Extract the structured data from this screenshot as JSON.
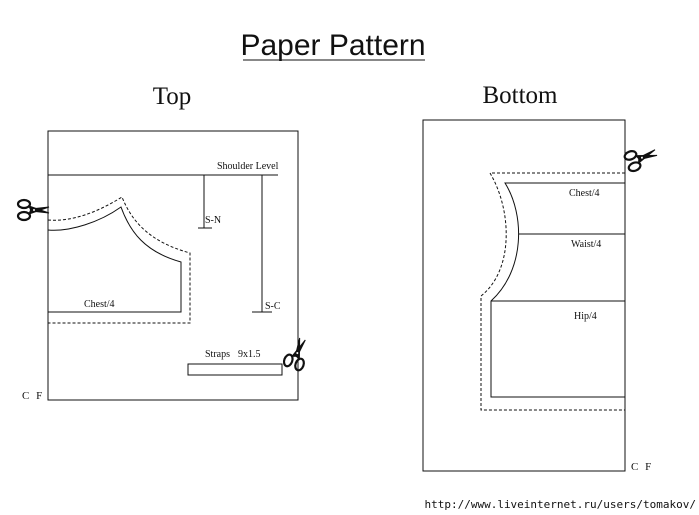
{
  "title": "Paper Pattern",
  "top": {
    "heading": "Top",
    "labels": {
      "shoulder_level": "Shoulder Level",
      "s_n": "S-N",
      "s_c": "S-C",
      "chest": "Chest/4",
      "straps": "Straps",
      "straps_size": "9x1.5",
      "cf": "C F"
    }
  },
  "bottom": {
    "heading": "Bottom",
    "labels": {
      "chest": "Chest/4",
      "waist": "Waist/4",
      "hip": "Hip/4",
      "cf": "C F"
    }
  },
  "footer": {
    "url": "http://www.liveinternet.ru/users/tomakov/"
  },
  "colors": {
    "ink": "#111111",
    "background": "#ffffff"
  },
  "icons": [
    "scissors-icon"
  ]
}
